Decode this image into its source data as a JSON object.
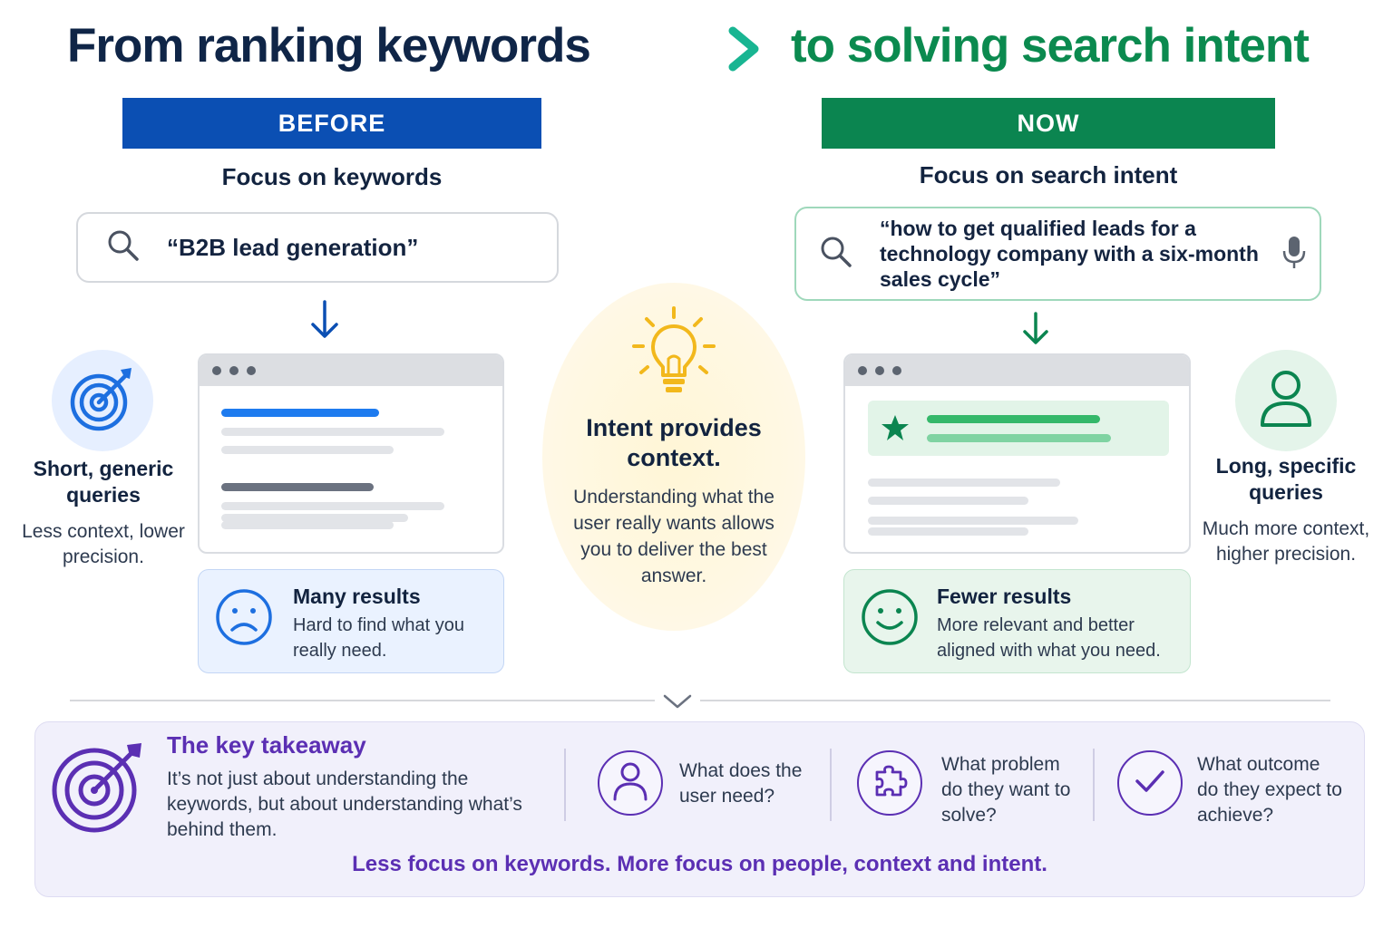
{
  "title": {
    "left": "From ranking keywords",
    "right": "to solving search intent"
  },
  "before": {
    "header": "BEFORE",
    "subheader": "Focus on keywords",
    "search_query": "“B2B lead generation”",
    "side_title": "Short, generic queries",
    "side_desc": "Less context, lower precision.",
    "result_title": "Many results",
    "result_desc": "Hard to find what you really need."
  },
  "now": {
    "header": "NOW",
    "subheader": "Focus on search intent",
    "search_query": "“how to get qualified leads for a technology company with a six-month sales cycle”",
    "side_title": "Long, specific queries",
    "side_desc": "Much more context, higher precision.",
    "result_title": "Fewer results",
    "result_desc": "More relevant and better aligned with what you need."
  },
  "center": {
    "title": "Intent provides context.",
    "desc": "Understanding what the user really wants allows you to deliver the best answer."
  },
  "takeaway": {
    "title": "The key takeaway",
    "desc": "It’s not just about understanding the keywords, but about understanding what’s behind them.",
    "questions": [
      "What does the user need?",
      "What problem do they want to solve?",
      "What outcome do they expect to achieve?"
    ],
    "bottom_line": "Less focus on keywords. More focus on people, context and intent."
  },
  "colors": {
    "navy": "#0f2547",
    "before_blue": "#0b4fb3",
    "now_green": "#0b8550",
    "purple": "#5b2fb3",
    "bulb_yellow": "#f2b81c"
  },
  "icons": [
    "arrow-right-icon",
    "search-icon",
    "microphone-icon",
    "arrow-down-icon",
    "target-icon",
    "user-icon",
    "star-icon",
    "sad-face-icon",
    "happy-face-icon",
    "lightbulb-icon",
    "chevron-down-icon",
    "target-arrow-icon",
    "puzzle-icon",
    "checkmark-icon"
  ]
}
